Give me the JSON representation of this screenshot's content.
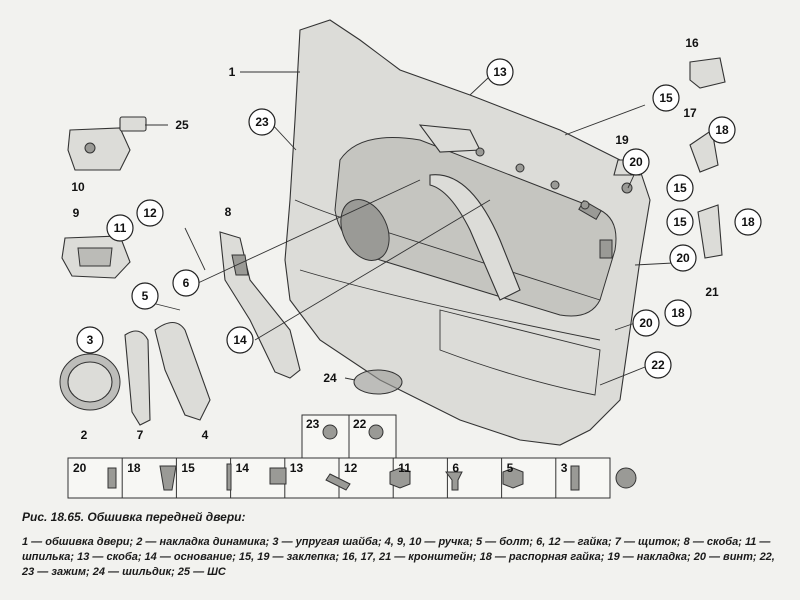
{
  "caption": {
    "title": "Рис. 18.65. Обшивка передней двери:",
    "legend": "1 — обшивка двери; 2 — накладка динамика; 3 — упругая шайба; 4, 9, 10 — ручка; 5 — болт; 6, 12 — гайка; 7 — щиток; 8 — скоба; 11 — шпилька; 13 — скоба; 14 — основание; 15, 19 — заклепка; 16, 17, 21 — кронштейн; 18 — распорная гайка; 19 — накладка; 20 — винт; 22, 23 — зажим; 24 — шильдик; 25 — ШС"
  },
  "callouts": [
    {
      "id": "c1",
      "label": "1",
      "circled": false
    },
    {
      "id": "c2",
      "label": "2",
      "circled": false
    },
    {
      "id": "c3",
      "label": "3",
      "circled": true
    },
    {
      "id": "c4",
      "label": "4",
      "circled": false
    },
    {
      "id": "c5",
      "label": "5",
      "circled": true
    },
    {
      "id": "c6",
      "label": "6",
      "circled": true
    },
    {
      "id": "c7",
      "label": "7",
      "circled": false
    },
    {
      "id": "c8",
      "label": "8",
      "circled": false
    },
    {
      "id": "c9",
      "label": "9",
      "circled": false
    },
    {
      "id": "c10",
      "label": "10",
      "circled": false
    },
    {
      "id": "c11",
      "label": "11",
      "circled": true
    },
    {
      "id": "c12",
      "label": "12",
      "circled": true
    },
    {
      "id": "c13",
      "label": "13",
      "circled": true
    },
    {
      "id": "c14",
      "label": "14",
      "circled": true
    },
    {
      "id": "c15a",
      "label": "15",
      "circled": true
    },
    {
      "id": "c15b",
      "label": "15",
      "circled": true
    },
    {
      "id": "c15c",
      "label": "15",
      "circled": true
    },
    {
      "id": "c16",
      "label": "16",
      "circled": false
    },
    {
      "id": "c17",
      "label": "17",
      "circled": false
    },
    {
      "id": "c18a",
      "label": "18",
      "circled": true
    },
    {
      "id": "c18b",
      "label": "18",
      "circled": true
    },
    {
      "id": "c18c",
      "label": "18",
      "circled": true
    },
    {
      "id": "c19",
      "label": "19",
      "circled": false
    },
    {
      "id": "c20a",
      "label": "20",
      "circled": true
    },
    {
      "id": "c20b",
      "label": "20",
      "circled": true
    },
    {
      "id": "c20c",
      "label": "20",
      "circled": true
    },
    {
      "id": "c21",
      "label": "21",
      "circled": false
    },
    {
      "id": "c22",
      "label": "22",
      "circled": true
    },
    {
      "id": "c23",
      "label": "23",
      "circled": true
    },
    {
      "id": "c24",
      "label": "24",
      "circled": false
    },
    {
      "id": "c25",
      "label": "25",
      "circled": false
    }
  ],
  "fastener_table": {
    "top_row": [
      "23",
      "22"
    ],
    "bottom_row": [
      "20",
      "18",
      "15",
      "14",
      "13",
      "12",
      "11",
      "6",
      "5",
      "3"
    ]
  }
}
